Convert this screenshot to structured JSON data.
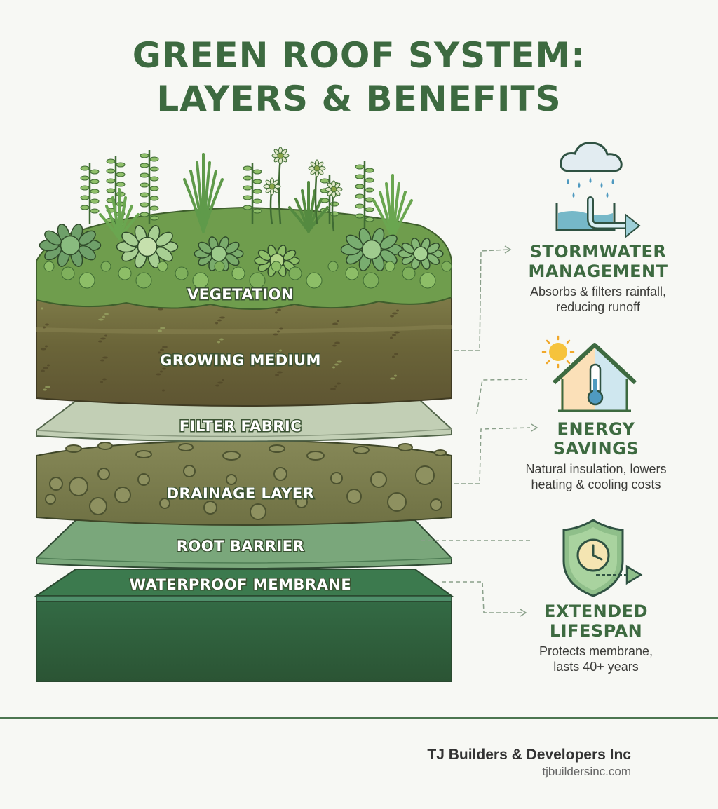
{
  "title": {
    "line1": "GREEN ROOF SYSTEM:",
    "line2": "LAYERS & BENEFITS"
  },
  "layers": [
    {
      "label": "VEGETATION",
      "color": "#6f9a4e"
    },
    {
      "label": "GROWING MEDIUM",
      "color": "#6e6a3c"
    },
    {
      "label": "FILTER FABRIC",
      "color": "#c3cfb6"
    },
    {
      "label": "DRAINAGE LAYER",
      "color": "#7b7d4e"
    },
    {
      "label": "ROOT BARRIER",
      "color": "#77a478"
    },
    {
      "label": "WATERPROOF MEMBRANE",
      "color": "#2f5d3b"
    }
  ],
  "benefits": [
    {
      "title_line1": "STORMWATER",
      "title_line2": "MANAGEMENT",
      "desc_line1": "Absorbs & filters rainfall,",
      "desc_line2": "reducing runoff",
      "icon": "rain-cloud-icon"
    },
    {
      "title_line1": "ENERGY",
      "title_line2": "SAVINGS",
      "desc_line1": "Natural insulation, lowers",
      "desc_line2": "heating & cooling costs",
      "icon": "house-thermometer-icon"
    },
    {
      "title_line1": "EXTENDED",
      "title_line2": "LIFESPAN",
      "desc_line1": "Protects membrane,",
      "desc_line2": "lasts 40+ years",
      "icon": "shield-clock-icon"
    }
  ],
  "footer": {
    "company": "TJ Builders & Developers Inc",
    "website": "tjbuildersinc.com"
  },
  "colors": {
    "brand_green": "#3d6a40",
    "connector": "#8aa08a"
  }
}
